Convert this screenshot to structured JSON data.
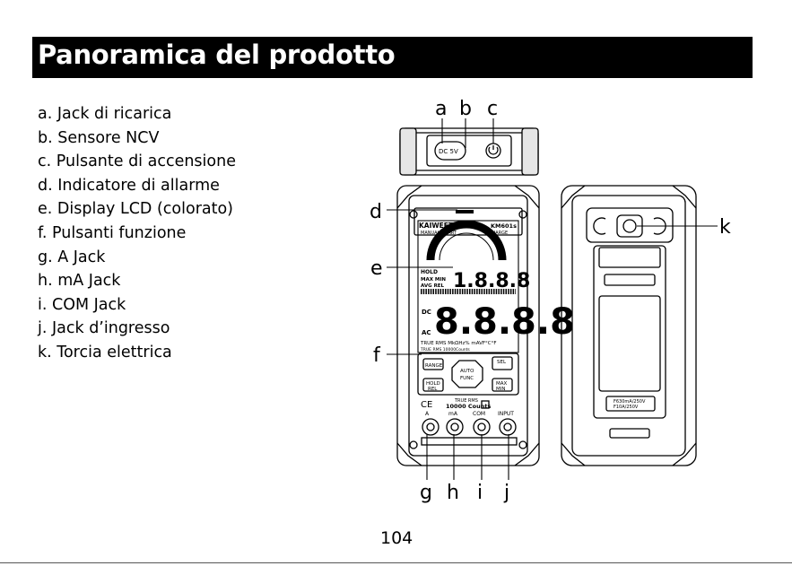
{
  "page": {
    "title": "Panoramica del prodotto",
    "page_number": "104"
  },
  "parts": [
    "a. Jack di ricarica",
    "b. Sensore NCV",
    "c. Pulsante di accensione",
    "d. Indicatore di allarme",
    "e. Display LCD (colorato)",
    "f. Pulsanti funzione",
    "g. A Jack",
    "h. mA Jack",
    "i. COM Jack",
    "j. Jack d’ingresso",
    "k. Torcia elettrica"
  ],
  "callouts": {
    "a": "a",
    "b": "b",
    "c": "c",
    "d": "d",
    "e": "e",
    "f": "f",
    "g": "g",
    "h": "h",
    "i": "i",
    "j": "j",
    "k": "k"
  },
  "device": {
    "top_jack": "DC 5V",
    "brand": "KAIWEETS",
    "model": "KM601s",
    "manual_smart": "MANUAL SMART",
    "charge": "CHARGE",
    "hold": "HOLD",
    "max_min": "MAX MIN",
    "avg_rel": "AVG REL",
    "small_digits": "1.8.8.8",
    "big_digits": "8.8.8.8",
    "dc": "DC",
    "ac": "AC",
    "true_rms_line": "TRUE RMS  MkΩHz%  mAVF°C°F",
    "counts_line": "TRUE RMS                10000Counts",
    "range_button": "RANGE",
    "sel_button": "SEL",
    "auto_func": "AUTO",
    "func": "FUNC",
    "hold_rel_button_1": "HOLD",
    "hold_rel_button_2": "REL",
    "max_min_button_1": "MAX",
    "max_min_button_2": "MIN",
    "ce_mark": "CE",
    "panel_true_rms": "TRUE RMS",
    "panel_counts": "10000 Counts",
    "jack_a": "A",
    "jack_ma": "mA",
    "jack_com": "COM",
    "jack_input": "INPUT",
    "fuse_1": "F630mA/250V",
    "fuse_2": "F10A/250V"
  }
}
